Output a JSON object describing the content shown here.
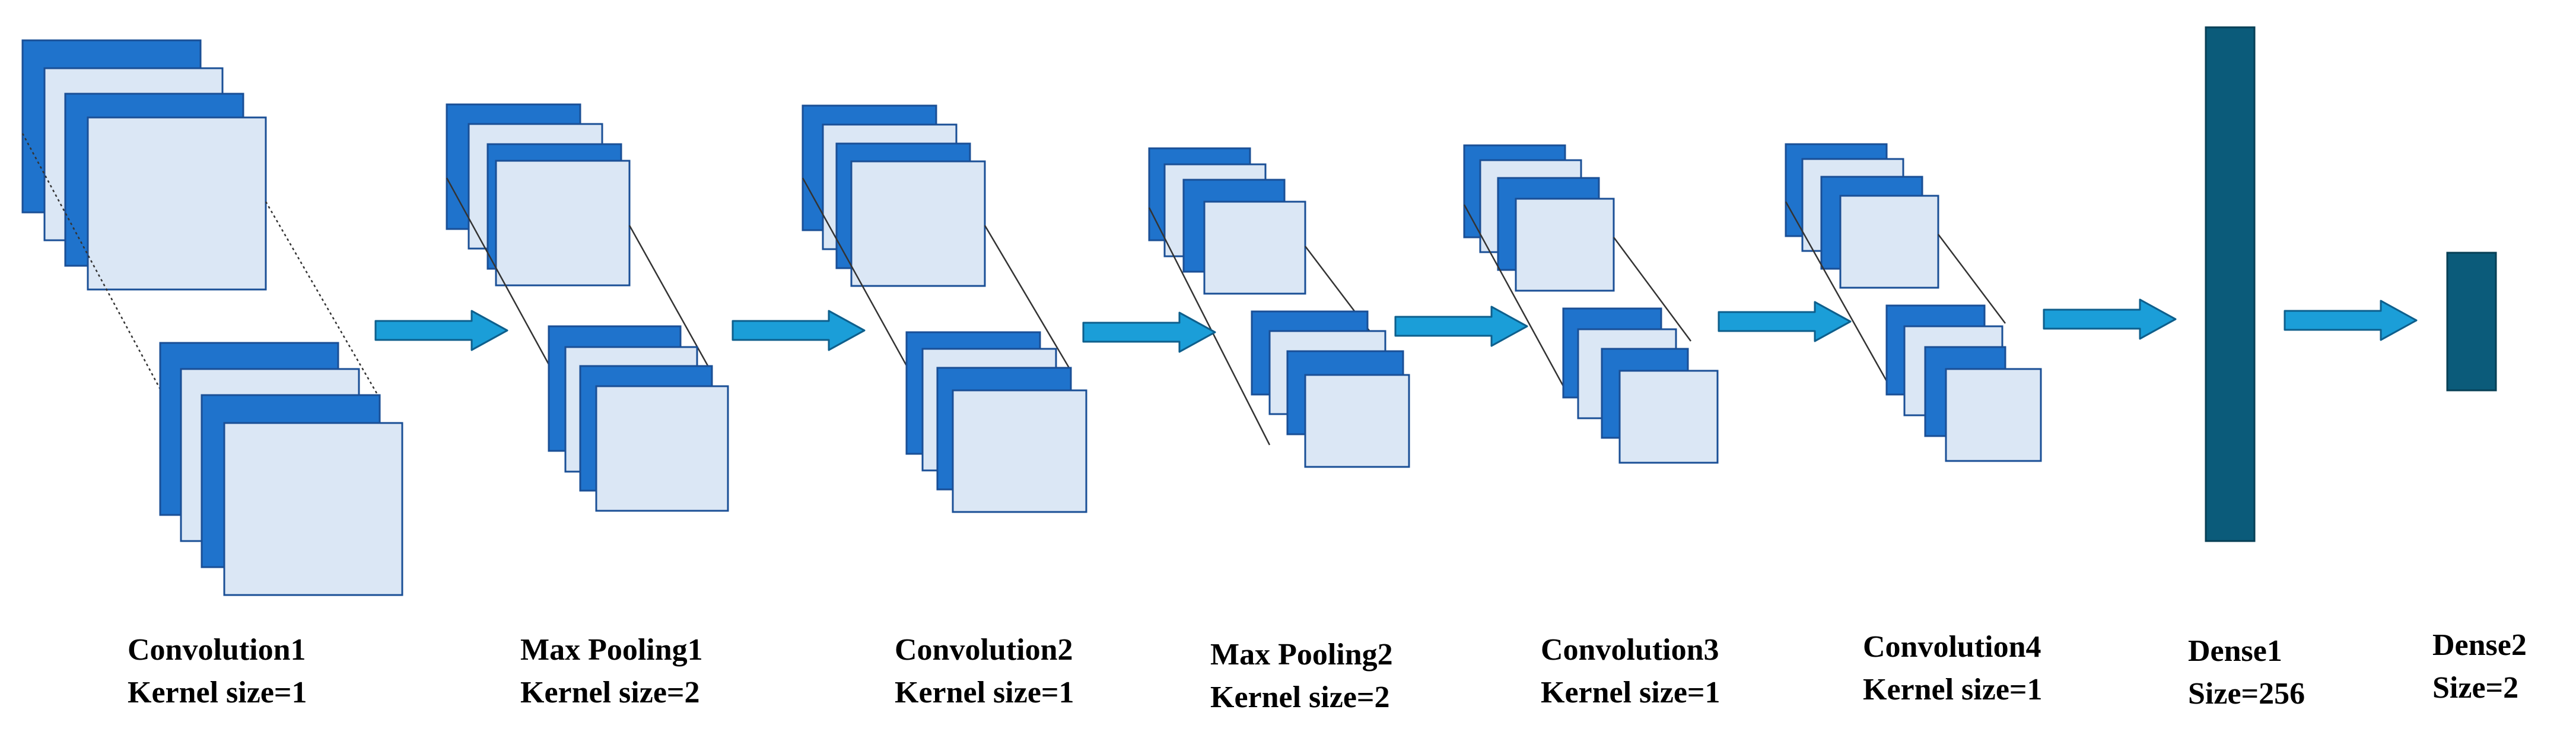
{
  "colors": {
    "fmap_dark": "#1f73cc",
    "fmap_light": "#dbe7f5",
    "fmap_border": "#1a4f96",
    "arrow_fill": "#1b9ed8",
    "arrow_border": "#0e5f8c",
    "dense_fill": "#0b5b7a",
    "dense_border": "#073f55",
    "projection_line": "#333333"
  },
  "layers": [
    {
      "name": "Convolution1",
      "param": "Kernel size=1"
    },
    {
      "name": "Max Pooling1",
      "param": "Kernel size=2"
    },
    {
      "name": "Convolution2",
      "param": "Kernel size=1"
    },
    {
      "name": "Max Pooling2",
      "param": "Kernel size=2"
    },
    {
      "name": "Convolution3",
      "param": "Kernel size=1"
    },
    {
      "name": "Convolution4",
      "param": "Kernel size=1"
    },
    {
      "name": "Dense1",
      "param": "Size=256"
    },
    {
      "name": "Dense2",
      "param": "Size=2"
    }
  ]
}
